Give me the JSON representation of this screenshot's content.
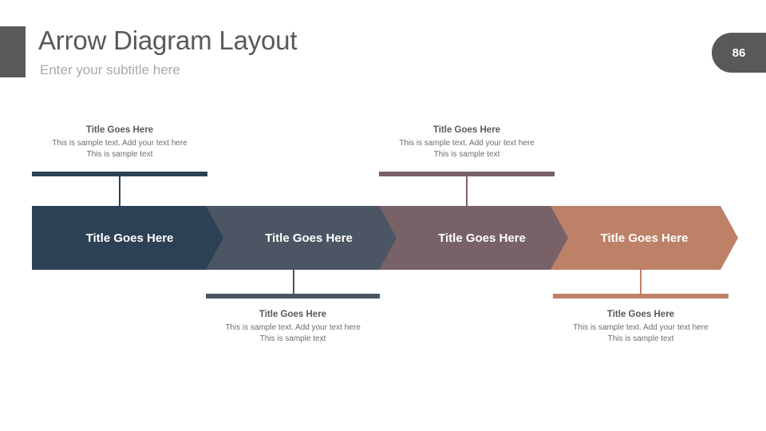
{
  "header": {
    "title": "Arrow Diagram Layout",
    "subtitle": "Enter your subtitle here",
    "page_number": "86",
    "accent_color": "#58595b"
  },
  "diagram": {
    "type": "process-arrow-chevron",
    "steps": [
      {
        "arrow_label": "Title Goes Here",
        "color": "#2d4154",
        "position": "top",
        "callout": {
          "title": "Title Goes Here",
          "line1": "This is sample text. Add your text here",
          "line2": "This is sample text"
        }
      },
      {
        "arrow_label": "Title Goes Here",
        "color": "#4b5563",
        "position": "bottom",
        "callout": {
          "title": "Title Goes Here",
          "line1": "This is sample text. Add your text here",
          "line2": "This is sample text"
        }
      },
      {
        "arrow_label": "Title Goes Here",
        "color": "#796267",
        "position": "top",
        "callout": {
          "title": "Title Goes Here",
          "line1": "This is sample text. Add your text here",
          "line2": "This is sample text"
        }
      },
      {
        "arrow_label": "Title Goes Here",
        "color": "#bd8168",
        "position": "bottom",
        "callout": {
          "title": "Title Goes Here",
          "line1": "This is sample text. Add your text here",
          "line2": "This is sample text"
        }
      }
    ]
  }
}
